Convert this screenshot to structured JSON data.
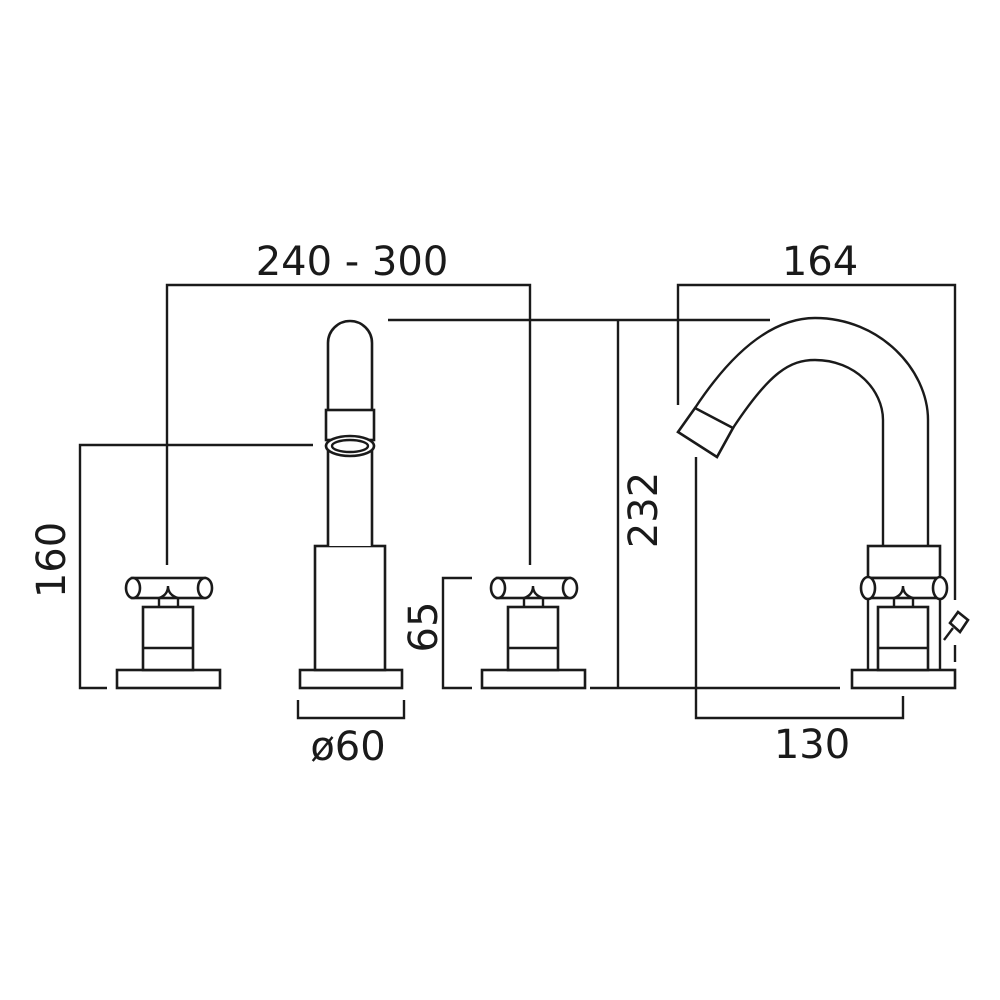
{
  "dimensions": {
    "handle_spacing": "240 - 300",
    "spout_height_left": "160",
    "handle_height": "65",
    "base_diameter": "ø60",
    "total_height": "232",
    "overall_depth": "164",
    "spout_reach": "130"
  },
  "colors": {
    "line": "#1a1a1a",
    "background": "#ffffff"
  }
}
